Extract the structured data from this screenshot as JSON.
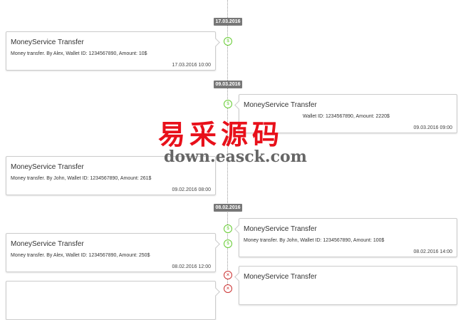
{
  "dates": [
    "17.03.2016",
    "09.03.2016",
    "08.02.2016"
  ],
  "cards": [
    {
      "title": "MoneyService Transfer",
      "desc": "Money transfer. By Alex, Wallet ID: 1234567890, Amount: 10$",
      "time": "17.03.2016 10:00"
    },
    {
      "title": "MoneyService Transfer",
      "desc": "Wallet ID: 1234567890, Amount: 2220$",
      "time": "09.03.2016 09:00"
    },
    {
      "title": "MoneyService Transfer",
      "desc": "Money transfer. By John, Wallet ID: 1234567890, Amount: 261$",
      "time": "09.02.2016 08:00"
    },
    {
      "title": "MoneyService Transfer",
      "desc": "Money transfer. By John, Wallet ID: 1234567890, Amount: 100$",
      "time": "08.02.2016 14:00"
    },
    {
      "title": "MoneyService Transfer",
      "desc": "Money transfer. By Alex, Wallet ID: 1234567890, Amount: 250$",
      "time": "08.02.2016 12:00"
    },
    {
      "title": "MoneyService Transfer"
    }
  ],
  "watermark": {
    "cn": "易采源码",
    "url": "down.easck.com"
  },
  "colors": {
    "success": "#66cc33",
    "fail": "#cc3333"
  }
}
